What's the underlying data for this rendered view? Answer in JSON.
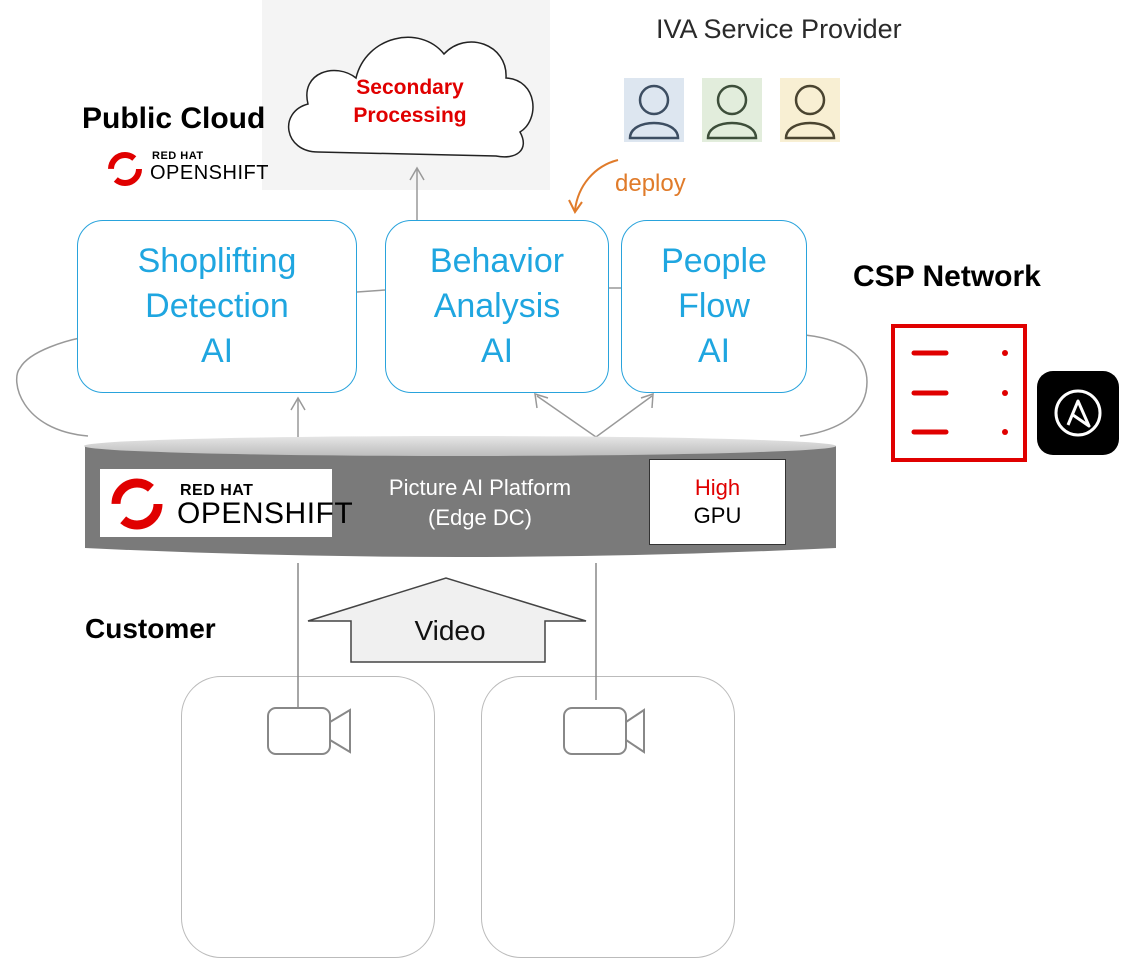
{
  "service_provider": {
    "title": "IVA Service Provider",
    "users": [
      {
        "icon": "user-icon",
        "bg": "#dde6f0",
        "stroke": "#5a6e86"
      },
      {
        "icon": "user-icon",
        "bg": "#e2eddc",
        "stroke": "#5a7a4e"
      },
      {
        "icon": "user-icon",
        "bg": "#f8efd3",
        "stroke": "#8a7a48"
      }
    ]
  },
  "public_cloud": {
    "label": "Public Cloud",
    "cloud_line1": "Secondary",
    "cloud_line2": "Processing",
    "logo": {
      "line1": "RED HAT",
      "line2": "OPENSHIFT"
    }
  },
  "deploy_label": "deploy",
  "ai_apps": [
    {
      "line1": "Shoplifting",
      "line2": "Detection",
      "line3": "AI"
    },
    {
      "line1": "Behavior",
      "line2": "Analysis",
      "line3": "AI"
    },
    {
      "line1": "People",
      "line2": "Flow",
      "line3": "AI"
    }
  ],
  "csp": {
    "label": "CSP Network",
    "server_icon": "server-icon",
    "ansible_icon": "ansible-icon"
  },
  "platform": {
    "logo": {
      "line1": "RED HAT",
      "line2": "OPENSHIFT"
    },
    "line1": "Picture AI Platform",
    "line2": "(Edge DC)",
    "gpu_line1": "High",
    "gpu_line2": "GPU"
  },
  "customer": {
    "label": "Customer",
    "video_label": "Video",
    "cameras": [
      "camera-icon",
      "camera-icon"
    ]
  },
  "colors": {
    "ai_text": "#1fa6e0",
    "ai_border": "#29a3dc",
    "accent_red": "#e00000",
    "deploy_orange": "#e07b2a",
    "platform_gray": "#7a7a7a"
  }
}
